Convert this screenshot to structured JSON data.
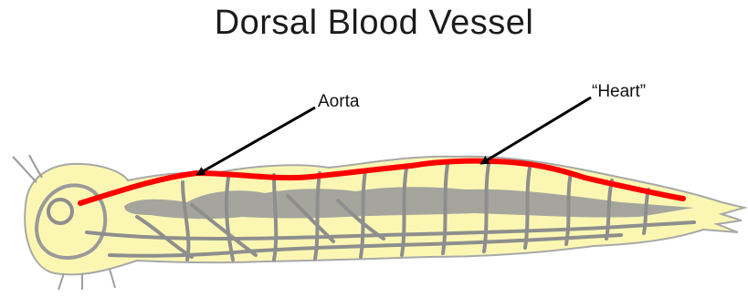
{
  "title": "Dorsal Blood Vessel",
  "labels": {
    "aorta": "Aorta",
    "heart": "“Heart”"
  },
  "colors": {
    "body_fill": "#fbf7b3",
    "outline": "#999999",
    "tracheae": "#8e8e8e",
    "gut": "#9b9b9b",
    "vessel": "#ff0000",
    "arrow": "#000000"
  }
}
